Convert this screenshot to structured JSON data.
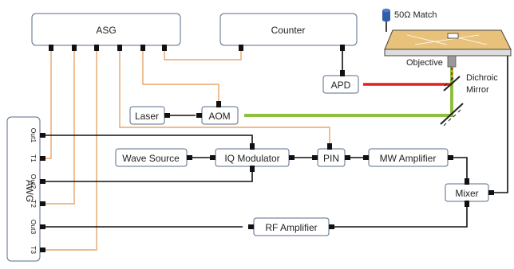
{
  "modules": {
    "asg": "ASG",
    "counter": "Counter",
    "apd": "APD",
    "laser": "Laser",
    "aom": "AOM",
    "wave_source": "Wave Source",
    "iq_modulator": "IQ Modulator",
    "pin": "PIN",
    "mw_amplifier": "MW Amplifier",
    "mixer": "Mixer",
    "rf_amplifier": "RF Amplifier",
    "awg": "AWG"
  },
  "awg_ports": [
    "Out1",
    "T1",
    "Out2",
    "T2",
    "Out3",
    "T3"
  ],
  "optics": {
    "match": "50Ω Match",
    "objective": "Objective",
    "dichroic_line1": "Dichroic",
    "dichroic_line2": "Mirror"
  },
  "colors": {
    "trigger_line": "#e8a56b",
    "laser_beam": "#8fbf3f",
    "fluorescence_beam": "#e02020",
    "box_border": "#5a6b8a",
    "sample_stage": "#e8c27a",
    "match_cylinder": "#2f5fa8"
  },
  "icons": [
    "connector-plug-icon",
    "coax-cylinder-icon",
    "mirror-icon"
  ]
}
